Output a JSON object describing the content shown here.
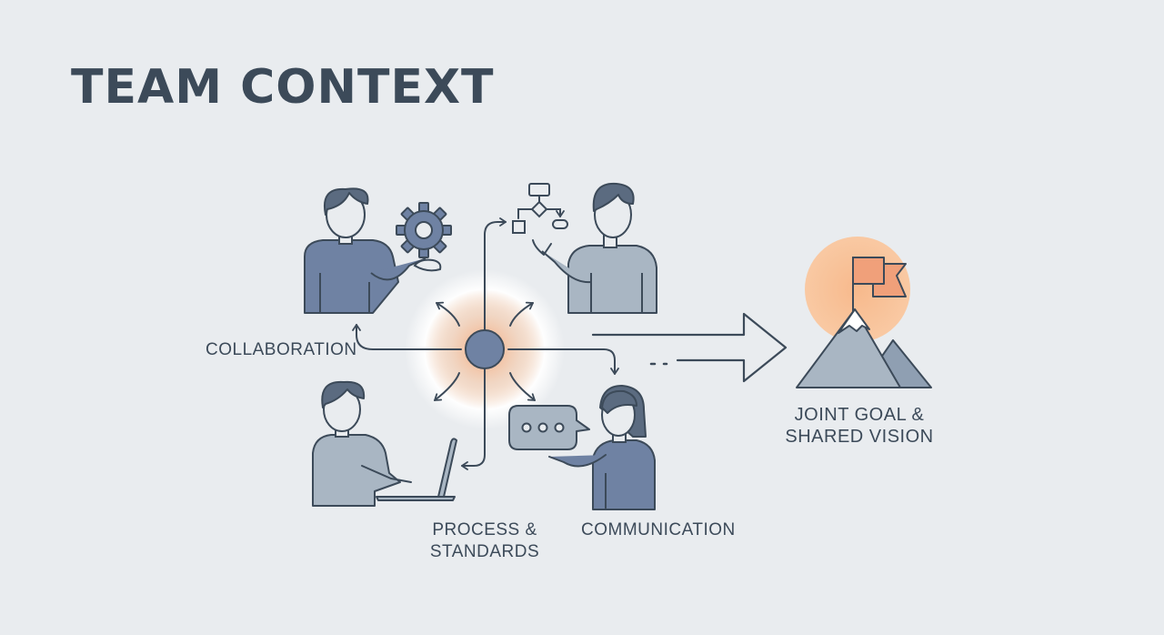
{
  "title": "TEAM CONTEXT",
  "labels": {
    "collaboration": "COLLABORATION",
    "process_line1": "PROCESS &",
    "process_line2": "STANDARDS",
    "communication": "COMMUNICATION",
    "goal_line1": "JOINT GOAL &",
    "goal_line2": "SHARED VISION"
  },
  "colors": {
    "ink": "#3c4a59",
    "blue_fill": "#6f82a3",
    "light_fill": "#a9b6c3",
    "accent": "#f5b486",
    "flag": "#f0a07a",
    "background": "#e9ecef"
  },
  "icons": [
    "gear-icon",
    "flowchart-icon",
    "laptop-icon",
    "speech-bubble-icon",
    "mountain-icon",
    "flag-icon",
    "hub-icon"
  ]
}
